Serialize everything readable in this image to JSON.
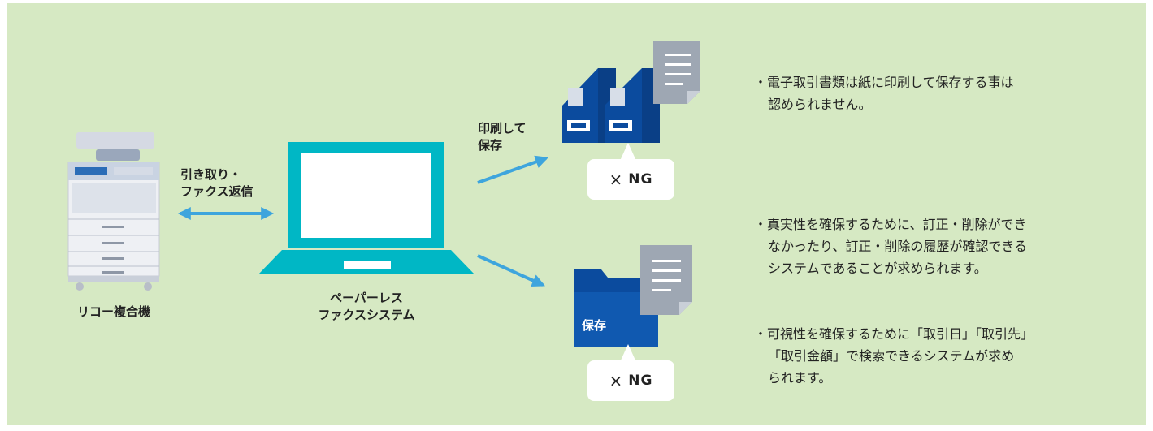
{
  "labels": {
    "copier": "リコー複合機",
    "transfer_line1": "引き取り・",
    "transfer_line2": "ファクス返信",
    "pc_line1": "ペーパーレス",
    "pc_line2": "ファクスシステム",
    "print_line1": "印刷して",
    "print_line2": "保存",
    "folder": "保存"
  },
  "callouts": [
    {
      "symbol": "×",
      "text": "NG"
    },
    {
      "symbol": "×",
      "text": "NG"
    }
  ],
  "notes": {
    "note1_line1": "・電子取引書類は紙に印刷して保存する事は",
    "note1_line2": "認められません。",
    "note2_line1": "・真実性を確保するために、訂正・削除ができ",
    "note2_line2": "なかったり、訂正・削除の履歴が確認できる",
    "note2_line3": "システムであることが求められます。",
    "note3_line1": "・可視性を確保するために「取引日」「取引先」",
    "note3_line2": "「取引金額」で検索できるシステムが求め",
    "note3_line3": "られます。"
  },
  "colors": {
    "background": "#d6e9c3",
    "arrow": "#3ea5dd",
    "laptop": "#00b7c5",
    "binder": "#0b4b9e",
    "document": "#9ea7b3"
  },
  "icons": [
    "copier-icon",
    "laptop-icon",
    "binder-icon",
    "folder-icon",
    "document-icon"
  ]
}
